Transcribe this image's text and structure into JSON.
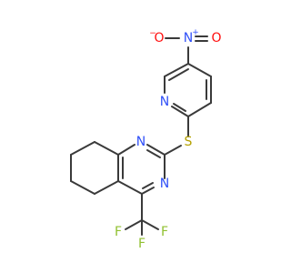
{
  "molecule": {
    "atoms": {
      "nitro_o_left": "O",
      "nitro_o_left_charge": "−",
      "nitro_n": "N",
      "nitro_n_charge": "+",
      "nitro_o_right": "O",
      "pyridine_n": "N",
      "thioether_s": "S",
      "pyrimidine_n_top": "N",
      "pyrimidine_n_bottom": "N",
      "fluorine_left": "F",
      "fluorine_right": "F",
      "fluorine_bottom": "F"
    },
    "colors": {
      "bond": "#3a3a3a",
      "nitrogen": "#3050F8",
      "oxygen": "#FF0D0D",
      "sulfur": "#B5A100",
      "fluorine": "#90C030"
    }
  }
}
